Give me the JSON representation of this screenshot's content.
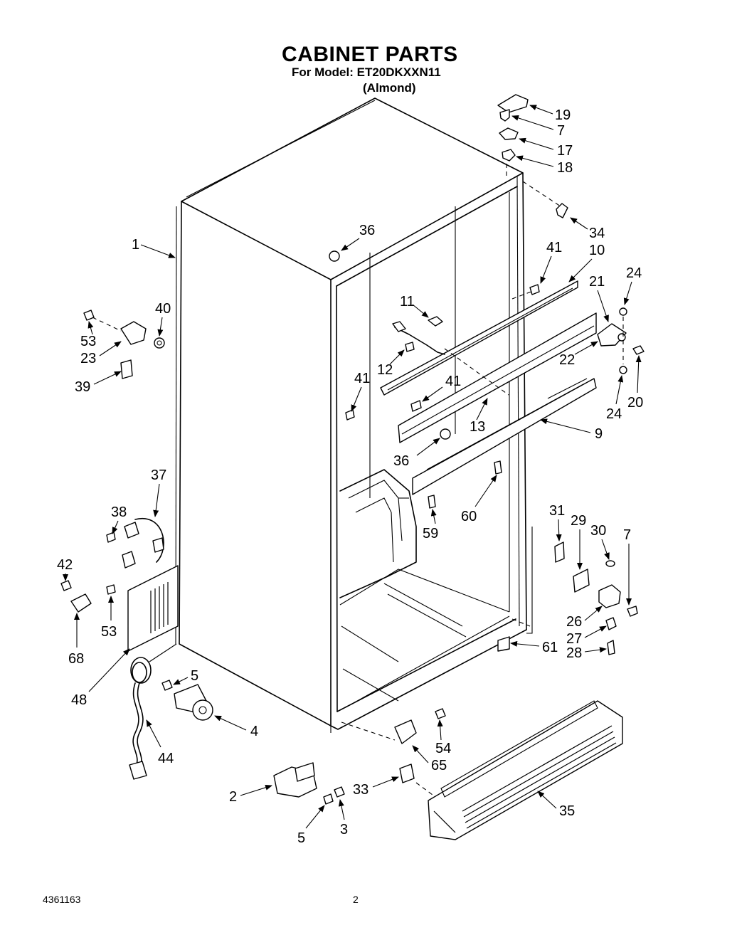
{
  "header": {
    "title": "CABINET PARTS",
    "model_line": "For Model: ET20DKXXN11",
    "color_line": "(Almond)"
  },
  "footer": {
    "doc_number": "4361163",
    "page_number": "2"
  },
  "callouts": {
    "c1": "1",
    "c2": "2",
    "c3": "3",
    "c4": "4",
    "c5a": "5",
    "c5b": "5",
    "c7a": "7",
    "c7b": "7",
    "c9": "9",
    "c10": "10",
    "c11": "11",
    "c12": "12",
    "c13": "13",
    "c17": "17",
    "c18": "18",
    "c19": "19",
    "c20": "20",
    "c21": "21",
    "c22": "22",
    "c23": "23",
    "c24a": "24",
    "c24b": "24",
    "c26": "26",
    "c27": "27",
    "c28": "28",
    "c29": "29",
    "c30": "30",
    "c31": "31",
    "c33": "33",
    "c34": "34",
    "c35": "35",
    "c36a": "36",
    "c36b": "36",
    "c37": "37",
    "c38": "38",
    "c39": "39",
    "c40": "40",
    "c41a": "41",
    "c41b": "41",
    "c41c": "41",
    "c42": "42",
    "c44": "44",
    "c48": "48",
    "c53a": "53",
    "c53b": "53",
    "c54": "54",
    "c59": "59",
    "c60": "60",
    "c61": "61",
    "c65": "65",
    "c68": "68"
  }
}
